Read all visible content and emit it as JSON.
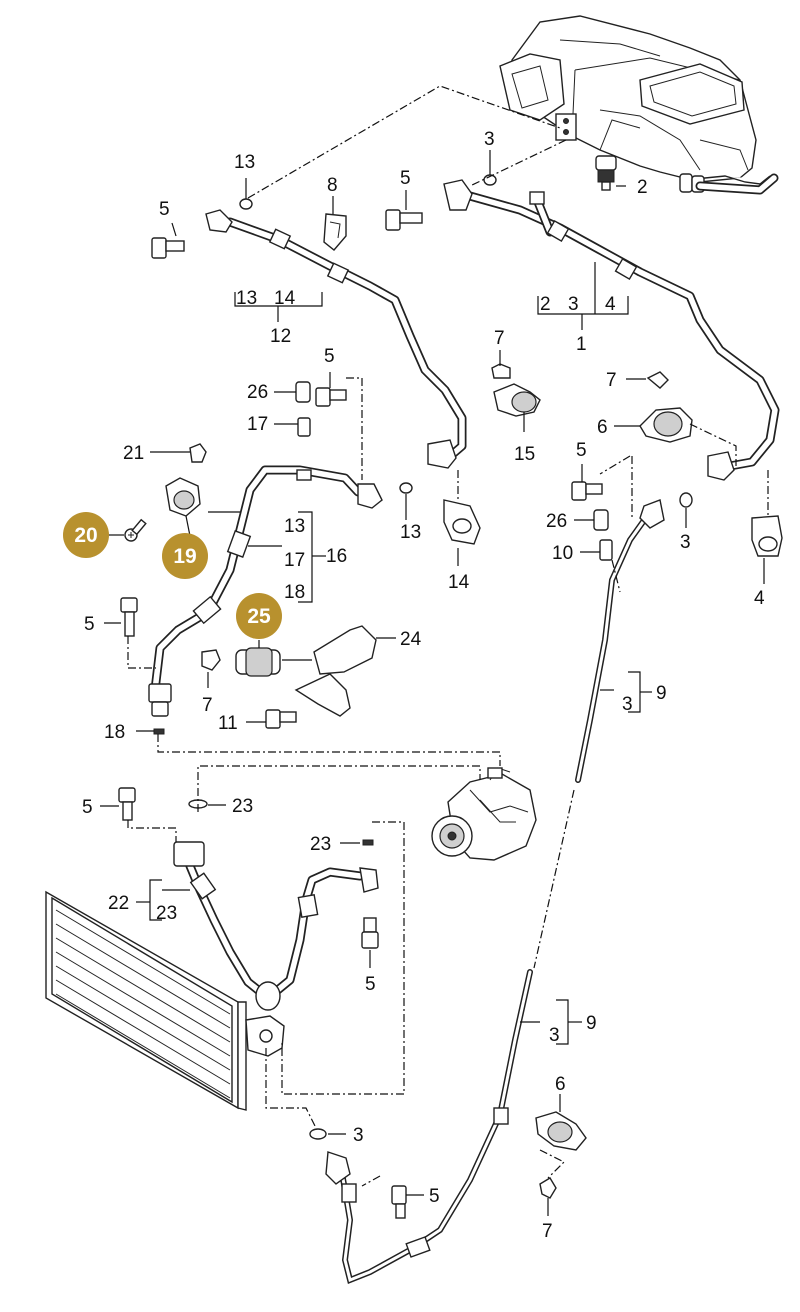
{
  "callouts": {
    "c1": "1",
    "c2": "2",
    "c2b": "2",
    "c3a": "3",
    "c3b": "3",
    "c3c": "3",
    "c3d": "3",
    "c3e": "3",
    "c3f": "3",
    "c4a": "4",
    "c4b": "4",
    "c5a": "5",
    "c5b": "5",
    "c5c": "5",
    "c5d": "5",
    "c5e": "5",
    "c5f": "5",
    "c5g": "5",
    "c5h": "5",
    "c6a": "6",
    "c6b": "6",
    "c7a": "7",
    "c7b": "7",
    "c7c": "7",
    "c7d": "7",
    "c8": "8",
    "c9a": "9",
    "c9b": "9",
    "c10": "10",
    "c11": "11",
    "c12": "12",
    "c13a": "13",
    "c13b": "13",
    "c13c": "13",
    "c13d": "13",
    "c14a": "14",
    "c14b": "14",
    "c15": "15",
    "c16": "16",
    "c17a": "17",
    "c17b": "17",
    "c18a": "18",
    "c18b": "18",
    "c21": "21",
    "c22": "22",
    "c23a": "23",
    "c23b": "23",
    "c23c": "23",
    "c24": "24",
    "c26a": "26",
    "c26b": "26"
  },
  "highlighted": {
    "h19": "19",
    "h20": "20",
    "h25": "25"
  },
  "colors": {
    "highlight_fill": "#b8912e",
    "line": "#222222",
    "background": "#ffffff"
  }
}
